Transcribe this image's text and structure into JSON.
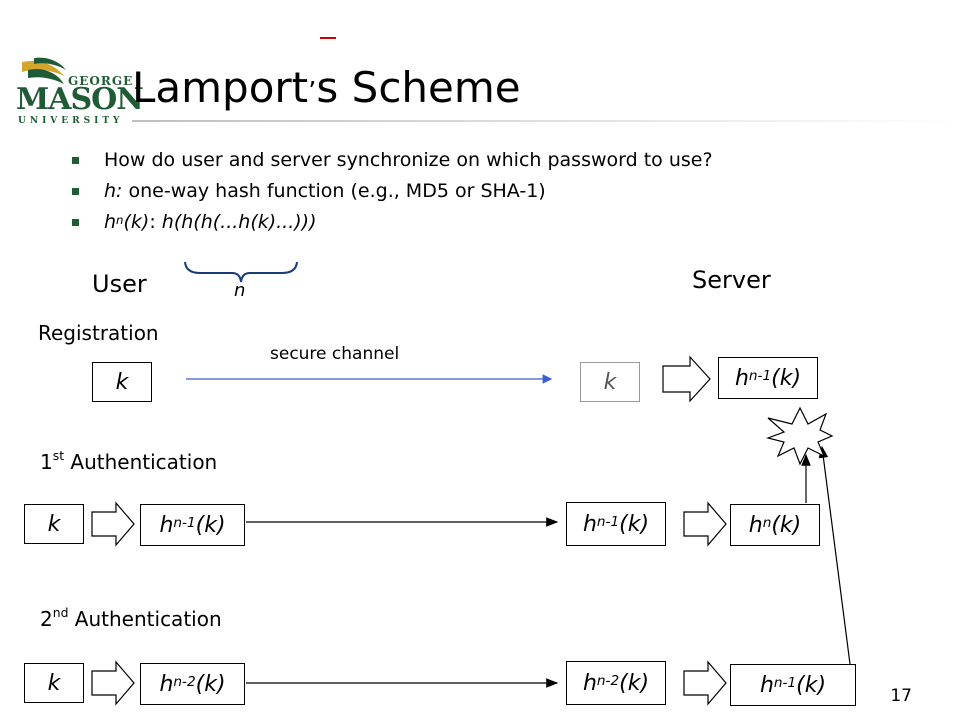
{
  "slide": {
    "title_main": "Lamport",
    "title_apos": "’",
    "title_end": "s Scheme",
    "page_number": "17"
  },
  "logo": {
    "line1": "GEORGE",
    "line2": "MASON",
    "line3": "UNIVERSITY",
    "color": "#1f5b35",
    "accent": "#d4a72c"
  },
  "bullets": [
    {
      "text": "How do user and server synchronize on which password to use?"
    },
    {
      "term": "h:",
      "text": " one-way hash function (e.g., MD5 or SHA-1)"
    },
    {
      "h": "h",
      "sup": "n",
      "term_rest": "(k)",
      "colon": ":",
      "text": " h(h(h(...h(k)...)))"
    }
  ],
  "diagram": {
    "user_label": "User",
    "server_label": "Server",
    "brace_label": "n",
    "registration": "Registration",
    "secure_channel": "secure channel",
    "auth1_num": "1",
    "auth1_sup": "st",
    "auth1_text": " Authentication",
    "auth2_num": "2",
    "auth2_sup": "nd",
    "auth2_text": " Authentication",
    "reg_user_key": "k",
    "reg_server_key": "k",
    "reg_server_store": {
      "h": "h",
      "sup": "n-1",
      "arg": "(k)"
    },
    "auth1": {
      "user_key": "k",
      "user_hash": {
        "h": "h",
        "sup": "n-1",
        "arg": "(k)"
      },
      "server_recv": {
        "h": "h",
        "sup": "n-1",
        "arg": "(k)"
      },
      "server_hash": {
        "h": "h",
        "sup": "n",
        "arg": "(k)"
      }
    },
    "auth2": {
      "user_key": "k",
      "user_hash": {
        "h": "h",
        "sup": "n-2",
        "arg": "(k)"
      },
      "server_recv": {
        "h": "h",
        "sup": "n-2",
        "arg": "(k)"
      },
      "server_hash": {
        "h": "h",
        "sup": "n-1",
        "arg": "(k)"
      }
    }
  }
}
